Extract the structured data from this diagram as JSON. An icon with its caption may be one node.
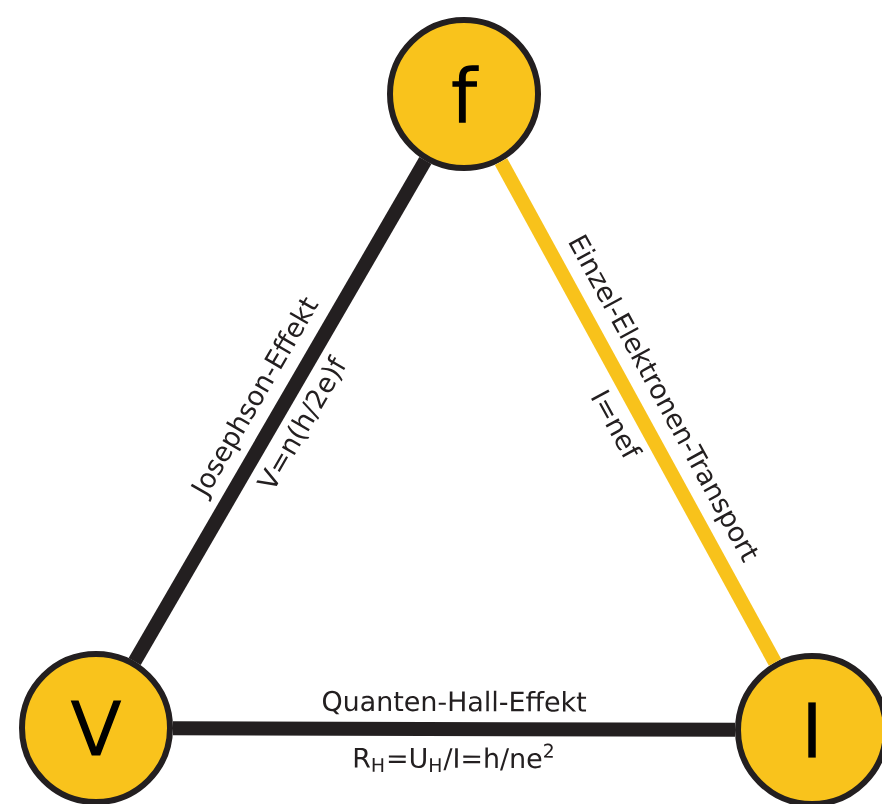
{
  "diagram": {
    "nodes": [
      {
        "text": [
          "f"
        ]
      },
      {
        "text": [
          "V"
        ]
      },
      {
        "text": [
          "I"
        ]
      }
    ],
    "edges": [
      {
        "from": 1,
        "to": 0,
        "arrow": "none",
        "label": "Josephson-Effekt"
      },
      {
        "from": 0,
        "to": 2,
        "arrow": "none",
        "label": "Einzel-Elektronen-Transport",
        "color": "#f8c21b"
      },
      {
        "from": 1,
        "to": 2,
        "arrow": "none",
        "label": "Quanten-Hall-Effekt"
      }
    ],
    "labels": [
      "V=n(h/2e)f",
      "I=nef",
      "R$_{H}$=U$_{H}$/I=h/ne$^{2}$"
    ]
  }
}
